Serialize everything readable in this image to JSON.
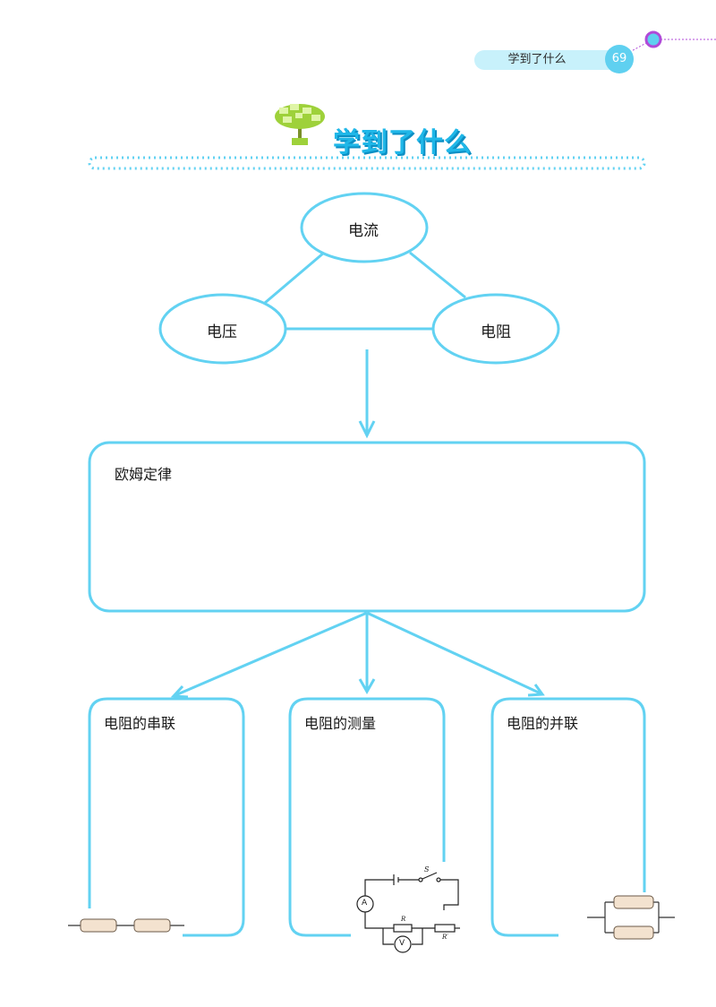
{
  "header": {
    "section_label": "学到了什么",
    "page_number": "69"
  },
  "title": "学到了什么",
  "concept_map": {
    "top_node": "电流",
    "left_node": "电压",
    "right_node": "电阻",
    "center_box": "欧姆定律",
    "boxes": [
      "电阻的串联",
      "电阻的测量",
      "电阻的并联"
    ]
  },
  "circuit_labels": {
    "switch": "S",
    "ammeter": "A",
    "voltmeter": "V",
    "resistor": "R",
    "rheostat": "R′"
  },
  "colors": {
    "accent": "#5fd0f0",
    "line": "#62d2f2",
    "title": "#1fb7e8"
  }
}
